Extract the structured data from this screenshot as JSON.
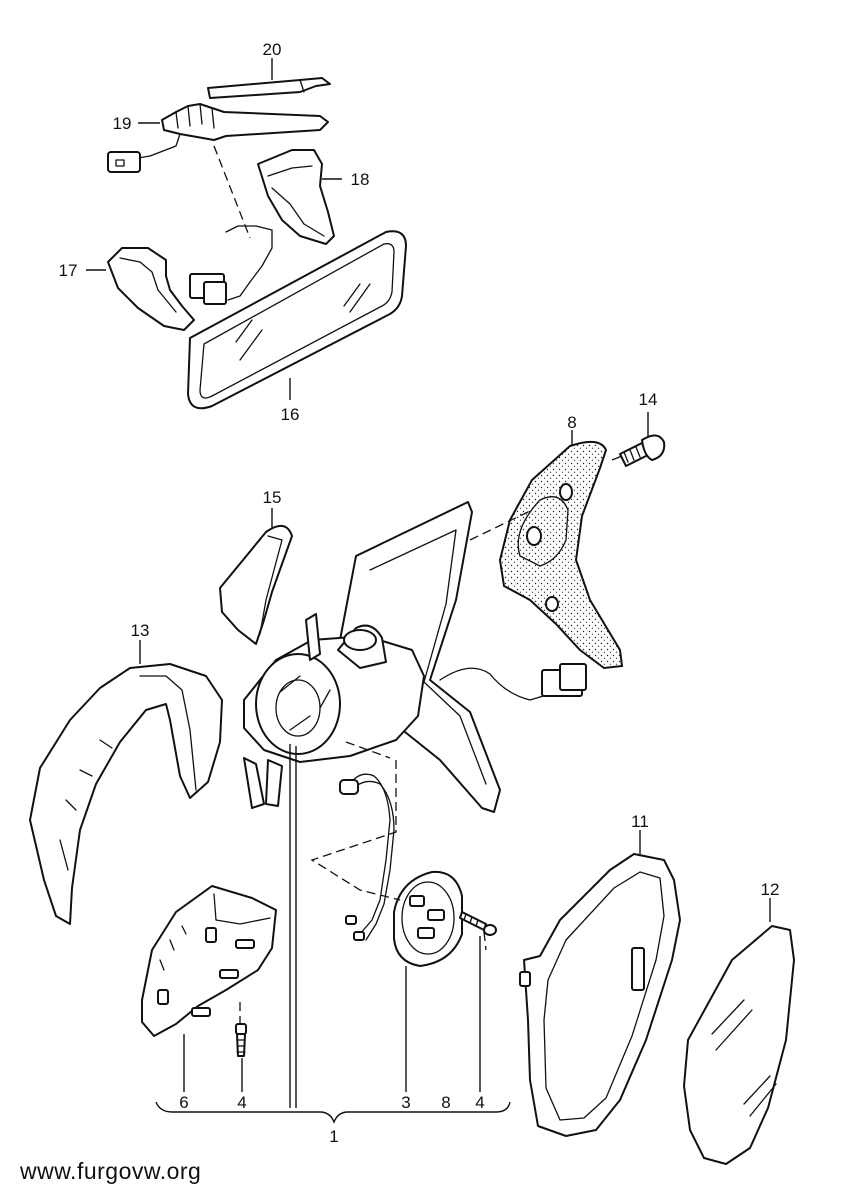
{
  "callouts": {
    "c20": "20",
    "c19": "19",
    "c18": "18",
    "c17": "17",
    "c16": "16",
    "c14": "14",
    "c8_top": "8",
    "c15": "15",
    "c13": "13",
    "c11": "11",
    "c12": "12",
    "c6": "6",
    "c4_left": "4",
    "c3": "3",
    "c8_bottom": "8",
    "c4_right": "4",
    "c1": "1"
  },
  "watermark": "www.furgovw.org"
}
